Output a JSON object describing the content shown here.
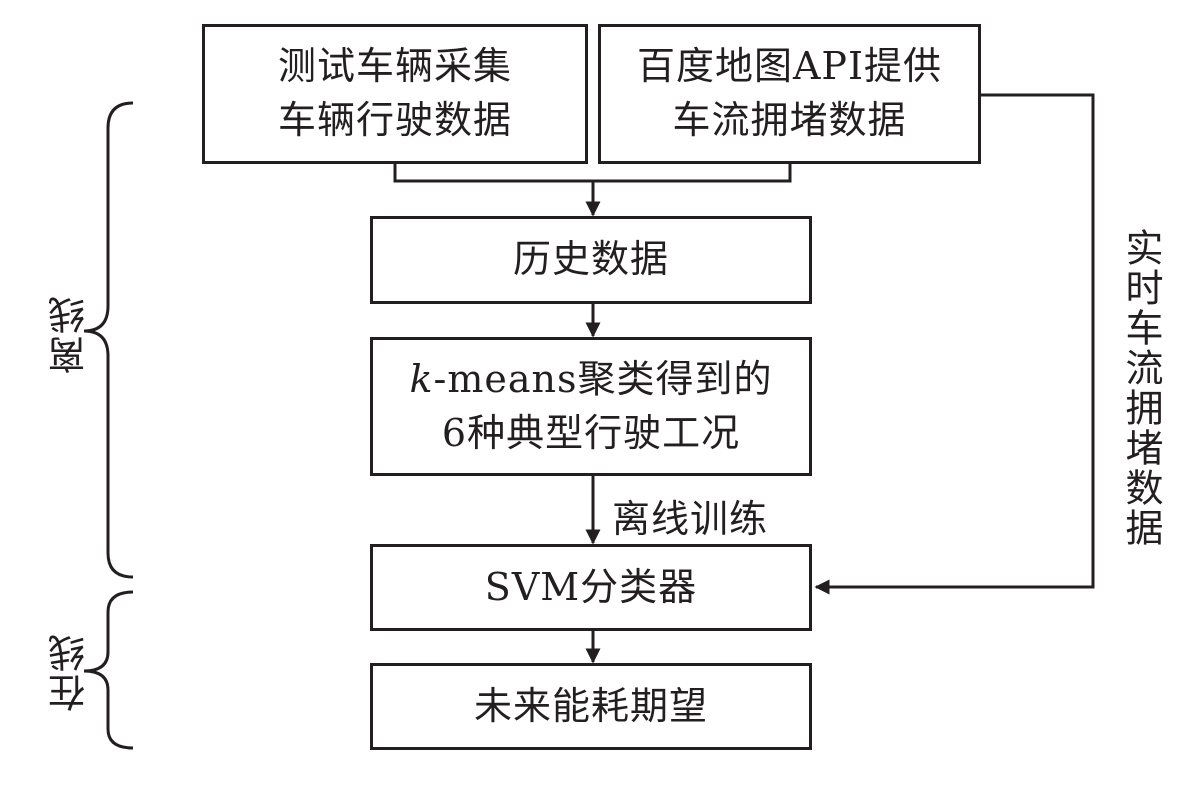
{
  "nodes": {
    "vehicle_data": {
      "lines": [
        "测试车辆采集",
        "车辆行驶数据"
      ]
    },
    "baidu_api": {
      "lines": [
        "百度地图API提供",
        "车流拥堵数据"
      ]
    },
    "history": {
      "lines": [
        "历史数据"
      ]
    },
    "kmeans": {
      "italic": "k",
      "line1_rest": "-means聚类得到的",
      "line2": "6种典型行驶工况"
    },
    "svm": {
      "lines": [
        "SVM分类器"
      ]
    },
    "future": {
      "lines": [
        "未来能耗期望"
      ]
    }
  },
  "edges": {
    "offline_training": "离线训练",
    "realtime_congestion": "实时车流拥堵数据"
  },
  "phases": {
    "offline": "离线",
    "online": "在线"
  },
  "colors": {
    "ink": "#231f20",
    "background": "#ffffff"
  }
}
